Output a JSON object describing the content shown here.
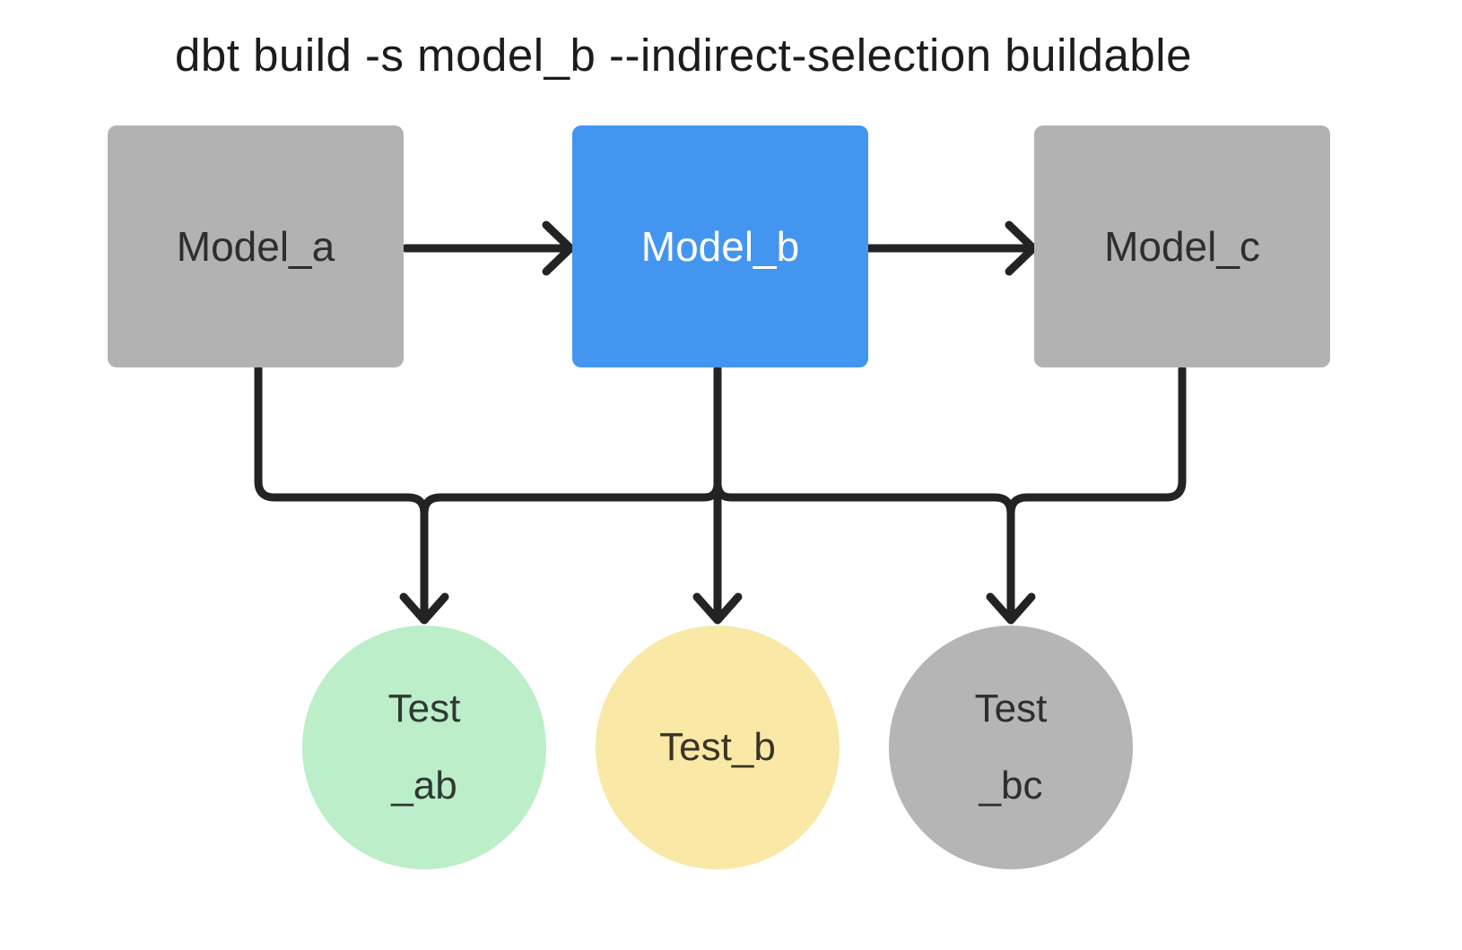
{
  "title": "dbt build -s model_b --indirect-selection buildable",
  "models": [
    {
      "id": "model_a",
      "label": "Model_a",
      "color": "#b2b2b2",
      "text_color": "#2e2e2e",
      "selected": false
    },
    {
      "id": "model_b",
      "label": "Model_b",
      "color": "#4495f0",
      "text_color": "#ffffff",
      "selected": true
    },
    {
      "id": "model_c",
      "label": "Model_c",
      "color": "#b2b2b2",
      "text_color": "#2e2e2e",
      "selected": false
    }
  ],
  "tests": [
    {
      "id": "test_ab",
      "lines": [
        "Test",
        "_ab"
      ],
      "color": "#bceec9",
      "text_color": "#2f3a33"
    },
    {
      "id": "test_b",
      "lines": [
        "Test_b"
      ],
      "color": "#f9e8a6",
      "text_color": "#3a3426"
    },
    {
      "id": "test_bc",
      "lines": [
        "Test",
        "_bc"
      ],
      "color": "#b5b5b5",
      "text_color": "#2e2e2e"
    }
  ],
  "edges": [
    {
      "from": "model_a",
      "to": "model_b"
    },
    {
      "from": "model_b",
      "to": "model_c"
    },
    {
      "from": "model_a",
      "to": "test_ab"
    },
    {
      "from": "model_b",
      "to": "test_ab"
    },
    {
      "from": "model_b",
      "to": "test_b"
    },
    {
      "from": "model_b",
      "to": "test_bc"
    },
    {
      "from": "model_c",
      "to": "test_bc"
    }
  ],
  "edge_color": "#232323"
}
